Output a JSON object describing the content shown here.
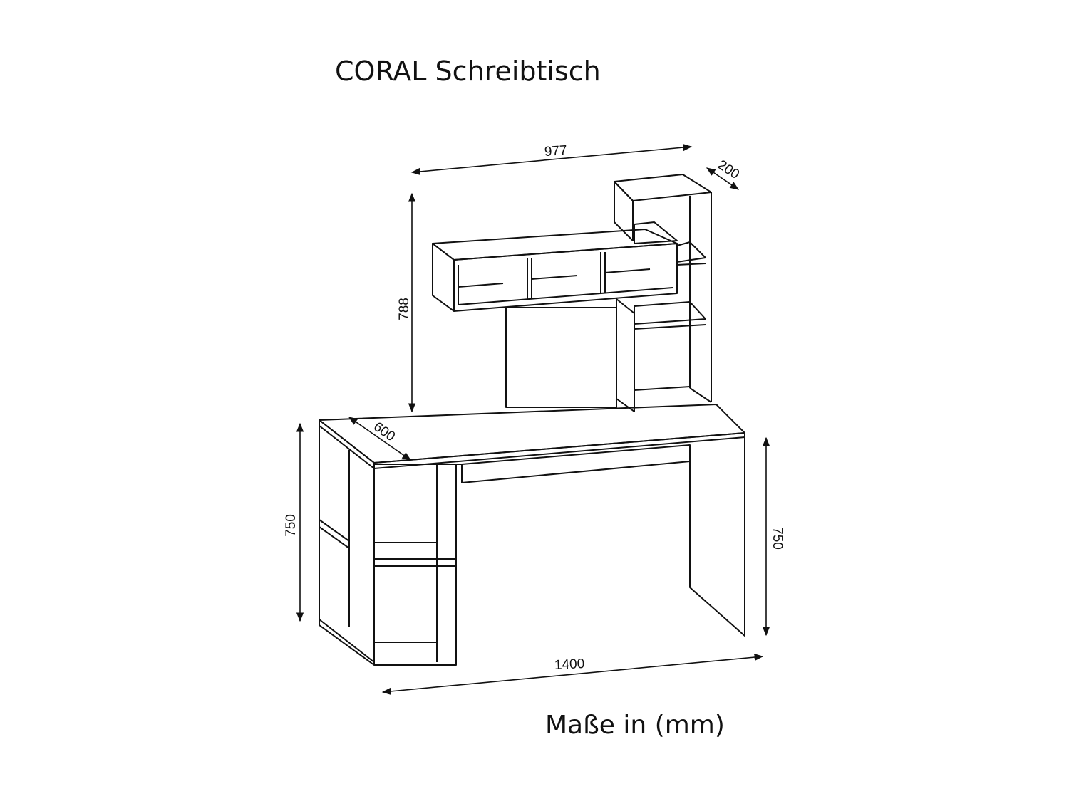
{
  "title": "CORAL Schreibtisch",
  "footer": "Maße in (mm)",
  "dimensions": {
    "top_unit_width": "977",
    "top_unit_depth": "200",
    "top_unit_height": "788",
    "desk_depth": "600",
    "desk_height_left": "750",
    "desk_height_right": "750",
    "desk_width": "1400"
  },
  "colors": {
    "line": "#111111",
    "background": "#ffffff"
  }
}
